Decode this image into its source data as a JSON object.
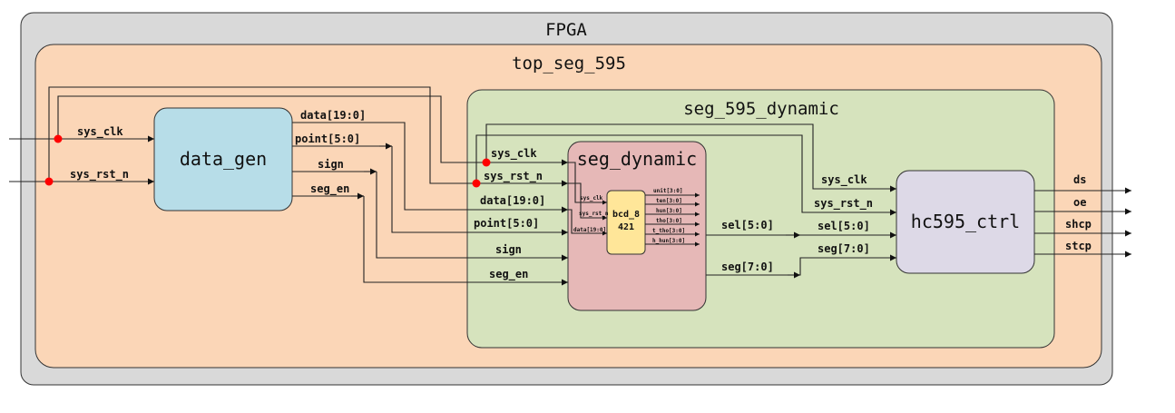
{
  "containers": {
    "fpga": "FPGA",
    "top": "top_seg_595",
    "dynamic": "seg_595_dynamic"
  },
  "blocks": {
    "data_gen": "data_gen",
    "seg_dynamic": "seg_dynamic",
    "bcd": [
      "bcd_8",
      "421"
    ],
    "hc595_ctrl": "hc595_ctrl"
  },
  "inputs": [
    "sys_clk",
    "sys_rst_n"
  ],
  "data_gen_outputs": [
    "data[19:0]",
    "point[5:0]",
    "sign",
    "seg_en"
  ],
  "seg_dynamic_inputs": [
    "sys_clk",
    "sys_rst_n",
    "data[19:0]",
    "point[5:0]",
    "sign",
    "seg_en"
  ],
  "bcd_inputs": [
    "sys_clk",
    "sys_rst_n",
    "data[19:0]"
  ],
  "bcd_outputs": [
    "unit[3:0]",
    "ten[3:0]",
    "hun[3:0]",
    "tho[3:0]",
    "t_tho[3:0]",
    "h_hun[3:0]"
  ],
  "seg_dynamic_outputs": [
    "sel[5:0]",
    "seg[7:0]"
  ],
  "hc595_inputs": [
    "sys_clk",
    "sys_rst_n",
    "sel[5:0]",
    "seg[7:0]"
  ],
  "outputs": [
    "ds",
    "oe",
    "shcp",
    "stcp"
  ],
  "colors": {
    "fpga": "#d9d9d9",
    "top": "#fbd6b7",
    "dynamic": "#d6e3bd",
    "data_gen": "#b7dde8",
    "seg_dynamic": "#e6b8b7",
    "bcd": "#ffe699",
    "hc595": "#ddd9e7",
    "dot": "#ff0000"
  }
}
